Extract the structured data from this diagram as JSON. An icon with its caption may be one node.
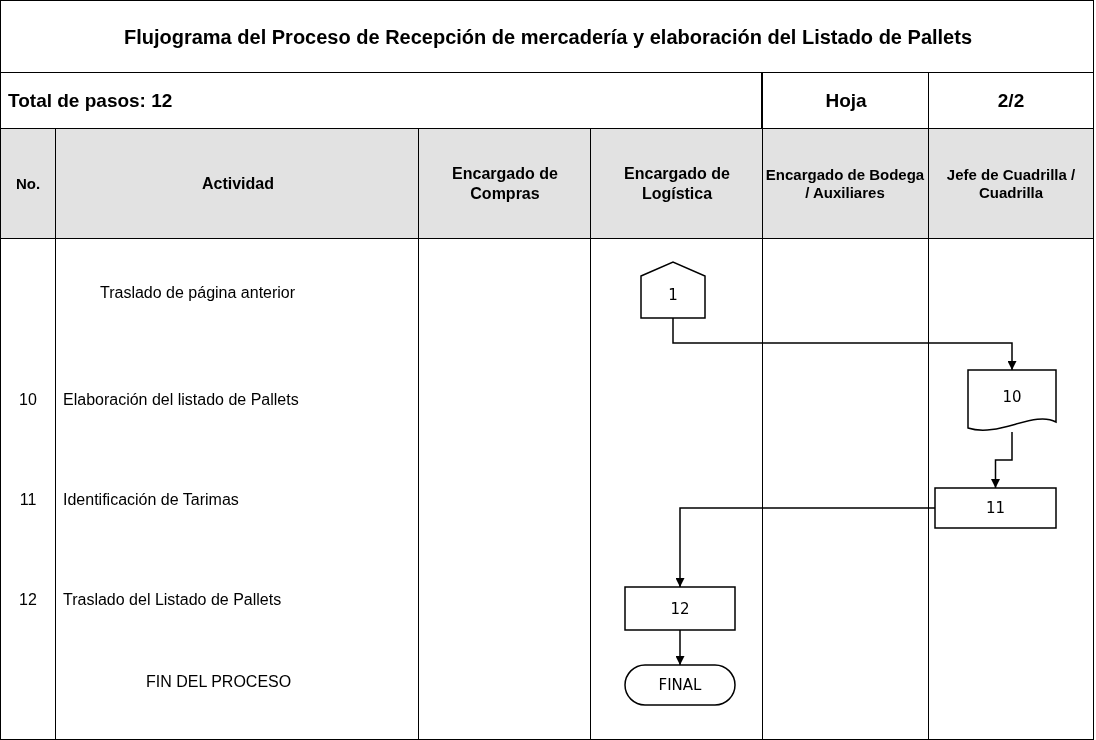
{
  "diagram": {
    "title": "Flujograma del Proceso de Recepción de mercadería y elaboración del Listado de Pallets",
    "nodes": [
      {
        "text": [
          "1"
        ]
      },
      {
        "text": [
          "10"
        ]
      },
      {
        "text": [
          "11"
        ]
      },
      {
        "text": [
          "12"
        ]
      },
      {
        "text": [
          "FINAL"
        ]
      }
    ],
    "edges": [
      {
        "from": 0,
        "to": 1,
        "arrow": "to"
      },
      {
        "from": 1,
        "to": 2,
        "arrow": "to"
      },
      {
        "from": 2,
        "to": 3,
        "arrow": "to"
      },
      {
        "from": 3,
        "to": 4,
        "arrow": "to"
      }
    ],
    "labels": [
      "Total de pasos: 12",
      "Hoja",
      "2/2",
      "No.",
      "Actividad",
      "Encargado de Compras",
      "Encargado de Logística",
      "Encargado de Bodega / Auxiliares",
      "Jefe de Cuadrilla / Cuadrilla",
      "Traslado de página anterior",
      "10",
      "Elaboración del listado de Pallets",
      "11",
      "Identificación de Tarimas",
      "12",
      "Traslado del Listado de Pallets",
      "FIN DEL PROCESO"
    ]
  }
}
